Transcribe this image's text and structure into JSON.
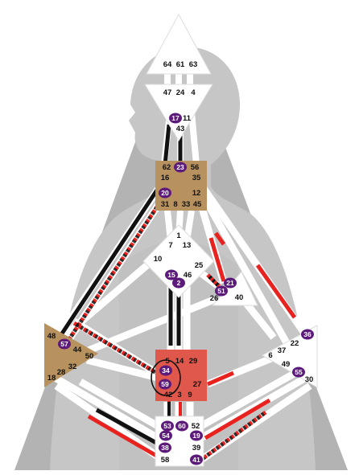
{
  "colors": {
    "background": "#ffffff",
    "body_dark": "#a6a6a6",
    "body_light": "#c8c8c8",
    "channel_white": "#ffffff",
    "channel_red": "#e8221e",
    "channel_black": "#111111",
    "center_white": "#ffffff",
    "center_tan": "#b8925e",
    "center_red": "#e0574c",
    "gate_active_fill": "#5c1a7a",
    "circle_outline": "#111111"
  },
  "centers": {
    "head": {
      "name": "head",
      "defined": false,
      "gates": [
        "64",
        "61",
        "63"
      ]
    },
    "ajna": {
      "name": "ajna",
      "defined": false,
      "gates": [
        "47",
        "24",
        "4",
        "17",
        "11",
        "43"
      ]
    },
    "throat": {
      "name": "throat",
      "defined": true,
      "gates": [
        "62",
        "23",
        "56",
        "16",
        "35",
        "20",
        "12",
        "31",
        "8",
        "33",
        "45"
      ]
    },
    "g": {
      "name": "g",
      "defined": false,
      "gates": [
        "1",
        "7",
        "13",
        "10",
        "25",
        "15",
        "46",
        "2"
      ]
    },
    "heart": {
      "name": "heart",
      "defined": false,
      "gates": [
        "21",
        "51",
        "26",
        "40"
      ]
    },
    "spleen": {
      "name": "spleen",
      "defined": true,
      "gates": [
        "48",
        "57",
        "44",
        "50",
        "32",
        "28",
        "18"
      ]
    },
    "sacral": {
      "name": "sacral",
      "defined": true,
      "gates": [
        "5",
        "14",
        "29",
        "34",
        "27",
        "59",
        "42",
        "3",
        "9"
      ]
    },
    "solar_plexus": {
      "name": "solar-plexus",
      "defined": false,
      "gates": [
        "36",
        "22",
        "6",
        "37",
        "49",
        "55",
        "30"
      ]
    },
    "root": {
      "name": "root",
      "defined": false,
      "gates": [
        "53",
        "60",
        "52",
        "54",
        "19",
        "38",
        "39",
        "58",
        "41"
      ]
    }
  },
  "active_gates": [
    "17",
    "23",
    "20",
    "15",
    "2",
    "21",
    "51",
    "57",
    "34",
    "59",
    "36",
    "55",
    "53",
    "60",
    "54",
    "19",
    "38",
    "41"
  ]
}
